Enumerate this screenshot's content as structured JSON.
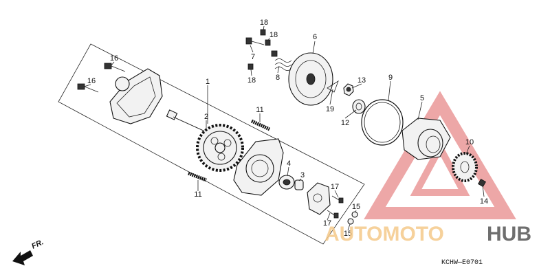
{
  "callouts": [
    {
      "id": "c18a",
      "text": "18"
    },
    {
      "id": "c18b",
      "text": "18"
    },
    {
      "id": "c6",
      "text": "6"
    },
    {
      "id": "c7",
      "text": "7"
    },
    {
      "id": "c18c",
      "text": "18"
    },
    {
      "id": "c8",
      "text": "8"
    },
    {
      "id": "c16a",
      "text": "16"
    },
    {
      "id": "c16b",
      "text": "16"
    },
    {
      "id": "c1",
      "text": "1"
    },
    {
      "id": "c13",
      "text": "13"
    },
    {
      "id": "c9",
      "text": "9"
    },
    {
      "id": "c19",
      "text": "19"
    },
    {
      "id": "c12",
      "text": "12"
    },
    {
      "id": "c5",
      "text": "5"
    },
    {
      "id": "c2",
      "text": "2"
    },
    {
      "id": "c11a",
      "text": "11"
    },
    {
      "id": "c10",
      "text": "10"
    },
    {
      "id": "c4",
      "text": "4"
    },
    {
      "id": "c3",
      "text": "3"
    },
    {
      "id": "c17a",
      "text": "17"
    },
    {
      "id": "c14",
      "text": "14"
    },
    {
      "id": "c11b",
      "text": "11"
    },
    {
      "id": "c15a",
      "text": "15"
    },
    {
      "id": "c17b",
      "text": "17"
    },
    {
      "id": "c15b",
      "text": "15"
    }
  ],
  "direction_marker": "FR.",
  "diagram_code": "KCHW—E0701",
  "watermark": {
    "part1": "AUTOMOTO",
    "part2": "HUB",
    "color_primary": "#f5c98a",
    "color_secondary": "#e8a0a0",
    "color_hub": "#555555"
  }
}
